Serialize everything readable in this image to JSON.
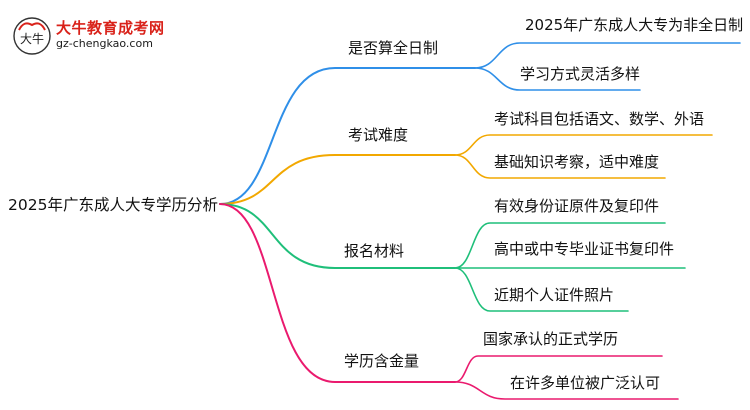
{
  "logo": {
    "title": "大牛教育成考网",
    "url": "gz-chengkao.com",
    "mark_glyph": "大牛"
  },
  "mindmap": {
    "root": "2025年广东成人大专学历分析",
    "branches": [
      {
        "label": "是否算全日制",
        "color": "#2f8fe8",
        "children": [
          "2025年广东成人大专为非全日制",
          "学习方式灵活多样"
        ]
      },
      {
        "label": "考试难度",
        "color": "#f2a800",
        "children": [
          "考试科目包括语文、数学、外语",
          "基础知识考察，适中难度"
        ]
      },
      {
        "label": "报名材料",
        "color": "#1fbf7a",
        "children": [
          "有效身份证原件及复印件",
          "高中或中专毕业证书复印件",
          "近期个人证件照片"
        ]
      },
      {
        "label": "学历含金量",
        "color": "#ea1a6e",
        "children": [
          "国家承认的正式学历",
          "在许多单位被广泛认可"
        ]
      }
    ]
  }
}
